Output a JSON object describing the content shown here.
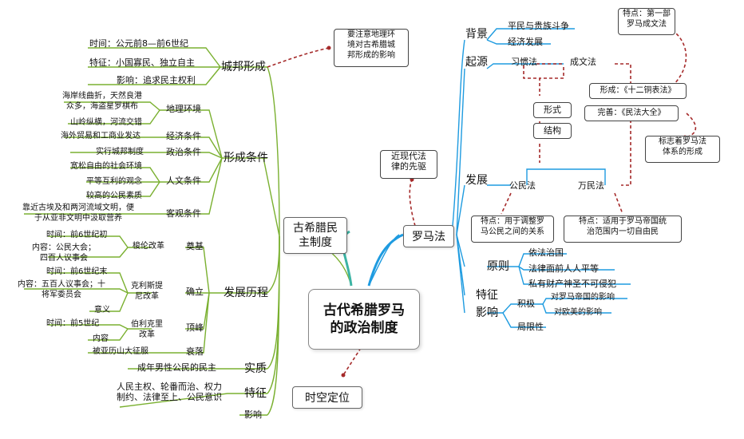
{
  "center": {
    "title": "古代希腊罗马\n的政治制度"
  },
  "greece": {
    "label": "古希腊民\n主制度",
    "city_state": {
      "label": "城邦形成",
      "time": "时间：公元前8—前6世纪",
      "feature": "特征：小国寡民、独立自主",
      "influence": "影响：追求民主权利",
      "note": "要注意地理环\n境对古希腊城\n邦形成的影响"
    },
    "conditions": {
      "label": "形成条件",
      "geo": {
        "label": "地理环境",
        "d1": "海岸线曲折，天然良港\n众多，海盗星罗棋布",
        "d2": "山岭纵横，河流交错"
      },
      "econ": {
        "label": "经济条件",
        "d1": "海外贸易和工商业发达"
      },
      "pol": {
        "label": "政治条件",
        "d1": "实行城邦制度"
      },
      "hum": {
        "label": "人文条件",
        "d1": "宽松自由的社会环境",
        "d2": "平等互利的观念",
        "d3": "较高的公民素质"
      },
      "obj": {
        "label": "客观条件",
        "d1": "靠近古埃及和两河流域文明，便\n于从亚非文明中汲取营养"
      }
    },
    "history": {
      "label": "发展历程",
      "found": {
        "label": "奠基",
        "reform": "梭伦改革",
        "time": "时间：前6世纪初",
        "content": "内容：公民大会；\n四百人议事会"
      },
      "establish": {
        "label": "确立",
        "reform": "克利斯提\n尼改革",
        "time": "时间：前6世纪末",
        "content": "内容：五百人议事会；十\n将军委员会",
        "meaning": "意义"
      },
      "peak": {
        "label": "顶峰",
        "reform": "伯利克里\n改革",
        "time": "时间：前5世纪",
        "content": "内容"
      },
      "decline": {
        "label": "衰落",
        "cause": "被亚历山大征服"
      }
    },
    "essence": {
      "label": "实质",
      "detail": "成年男性公民的民主"
    },
    "traits": {
      "label": "特征",
      "detail": "人民主权、轮番而治、权力\n制约、法律至上、公民意识"
    },
    "impact": {
      "label": "影响"
    }
  },
  "rome": {
    "label": "罗马法",
    "pioneer": "近现代法\n律的先驱",
    "background": {
      "label": "背景",
      "i1": "平民与贵族斗争",
      "i2": "经济发展"
    },
    "origin": {
      "label": "起源",
      "customary": "习惯法",
      "written": "成文法",
      "form_label": "形式",
      "structure_label": "结构",
      "twelve": "形成：《十二铜表法》",
      "twelve_note": "特点：第一部\n罗马成文法",
      "corpus": "完善：《民法大全》",
      "corpus_note": "标志着罗马法\n体系的形成"
    },
    "development": {
      "label": "发展",
      "civil": "公民法",
      "civil_note": "特点：用于调整罗\n马公民之间的关系",
      "nations": "万民法",
      "nations_note": "特点：适用于罗马帝国统\n治范围内一切自由民"
    },
    "principles": {
      "label": "原则",
      "p1": "依法治国",
      "p2": "法律面前人人平等",
      "p3": "私有财产神圣不可侵犯"
    },
    "traits": {
      "label": "特征"
    },
    "impact": {
      "label": "影响",
      "positive": "积极",
      "pos1": "对罗马帝国的影响",
      "pos2": "对欧美的影响",
      "limit": "局限性"
    }
  },
  "spacetime": {
    "label": "时空定位"
  },
  "colors": {
    "green": "#7ab030",
    "blue": "#1e9be0",
    "red": "#a52a2a",
    "teal": "#3cb4a4"
  }
}
